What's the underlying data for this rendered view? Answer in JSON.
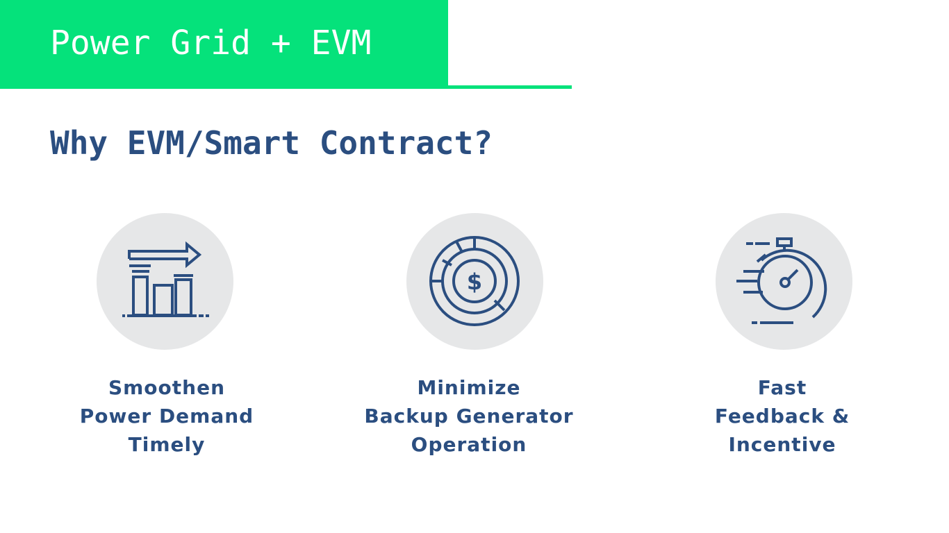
{
  "header": {
    "title": "Power Grid + EVM",
    "accent_color": "#05e27b"
  },
  "subtitle": "Why EVM/Smart Contract?",
  "colors": {
    "text": "#2b4e80",
    "icon_stroke": "#2b4e80",
    "icon_circle": "#e6e7e8"
  },
  "features": [
    {
      "icon": "bar-chart-arrow-icon",
      "lines": [
        "Smoothen",
        "Power Demand",
        "Timely"
      ]
    },
    {
      "icon": "donut-chart-dollar-icon",
      "lines": [
        "Minimize",
        "Backup Generator",
        "Operation"
      ]
    },
    {
      "icon": "fast-stopwatch-icon",
      "lines": [
        "Fast",
        "Feedback &",
        "Incentive"
      ]
    }
  ]
}
